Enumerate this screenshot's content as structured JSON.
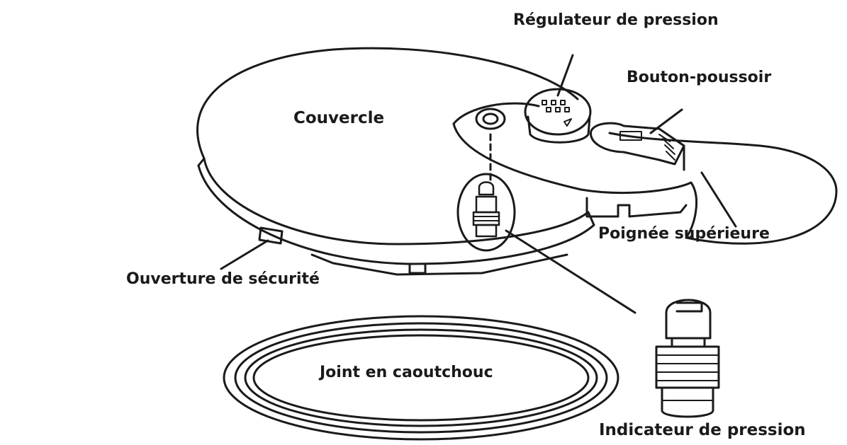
{
  "labels": {
    "regulateur": "Régulateur de pression",
    "bouton": "Bouton-poussoir",
    "couvercle": "Couvercle",
    "poignee": "Poignée supérieure",
    "ouverture": "Ouverture de sécurité",
    "joint": "Joint en caoutchouc",
    "indicateur": "Indicateur de pression"
  },
  "colors": {
    "line": "#1a1a1a",
    "background": "#ffffff"
  }
}
